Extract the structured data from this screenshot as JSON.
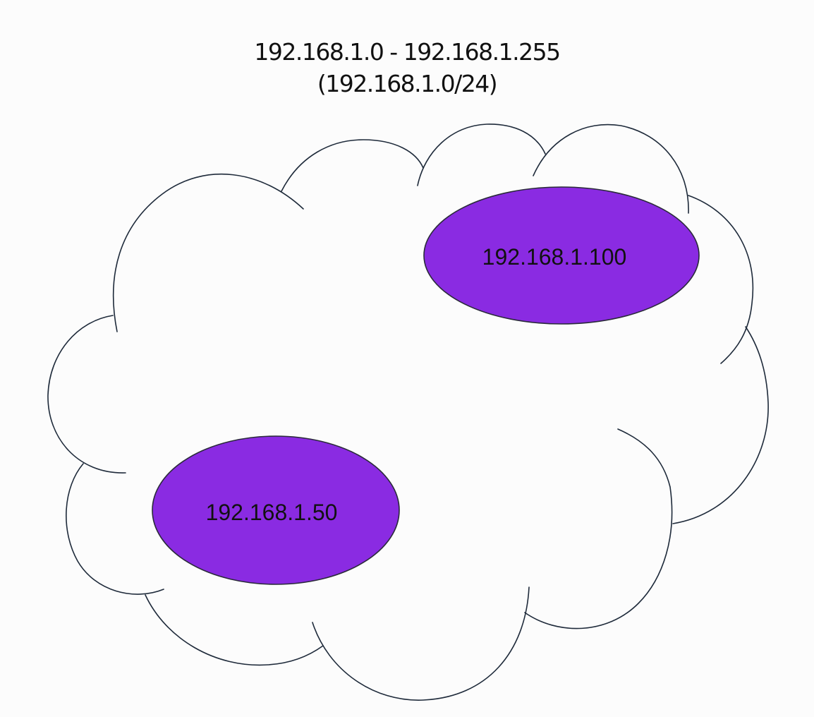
{
  "title": {
    "range": "192.168.1.0  - 192.168.1.255",
    "cidr": "(192.168.1.0/24)"
  },
  "hosts": [
    {
      "ip": "192.168.1.100"
    },
    {
      "ip": "192.168.1.50"
    }
  ],
  "colors": {
    "background": "#fcfcfc",
    "host_fill": "#8a2be2",
    "stroke": "#1e2a3a",
    "text": "#111111"
  }
}
